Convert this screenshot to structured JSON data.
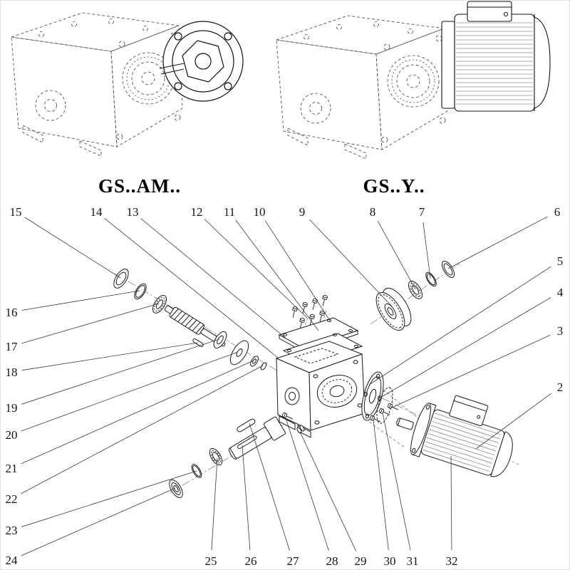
{
  "page": {
    "background": "#ffffff",
    "line_color": "#1a1a1a"
  },
  "variants": [
    {
      "label": "GS..AM.."
    },
    {
      "label": "GS..Y.."
    }
  ],
  "callouts": {
    "labels": [
      "15",
      "14",
      "13",
      "12",
      "11",
      "10",
      "9",
      "8",
      "7",
      "6",
      "5",
      "4",
      "3",
      "2",
      "16",
      "17",
      "18",
      "19",
      "20",
      "21",
      "22",
      "23",
      "24",
      "25",
      "26",
      "27",
      "28",
      "29",
      "30",
      "31",
      "32"
    ]
  }
}
